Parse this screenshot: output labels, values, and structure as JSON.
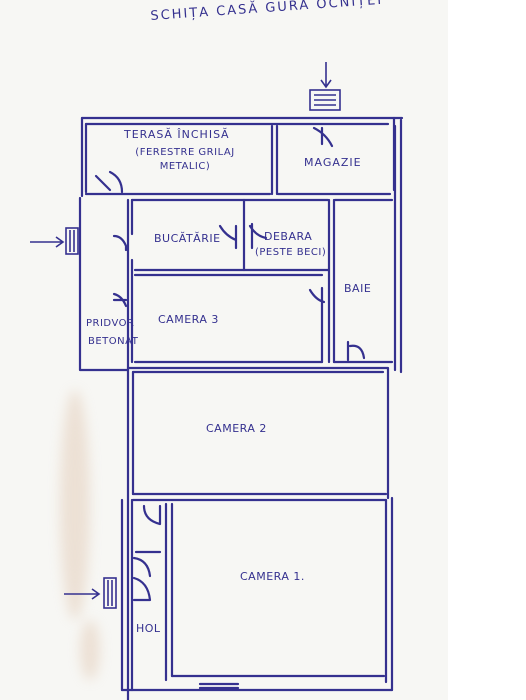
{
  "title": "SCHIȚA CASĂ GURA OCNIȚEI",
  "rooms": {
    "terasa": "TERASĂ ÎNCHISĂ",
    "terasa_note": "(FERESTRE GRILAJ METALIC)",
    "magazie": "MAGAZIE",
    "bucatarie": "BUCĂTĂRIE",
    "debara": "DEBARA",
    "debara_note": "(PESTE BECI)",
    "baie": "BAIE",
    "camera3": "CAMERA 3",
    "pridvor": "PRIDVOR",
    "pridvor_note": "BETONAT",
    "camera2": "CAMERA 2",
    "camera1": "CAMERA 1.",
    "hol": "HOL"
  },
  "colors": {
    "ink": "#35318f",
    "paper": "#f7f7f4"
  }
}
